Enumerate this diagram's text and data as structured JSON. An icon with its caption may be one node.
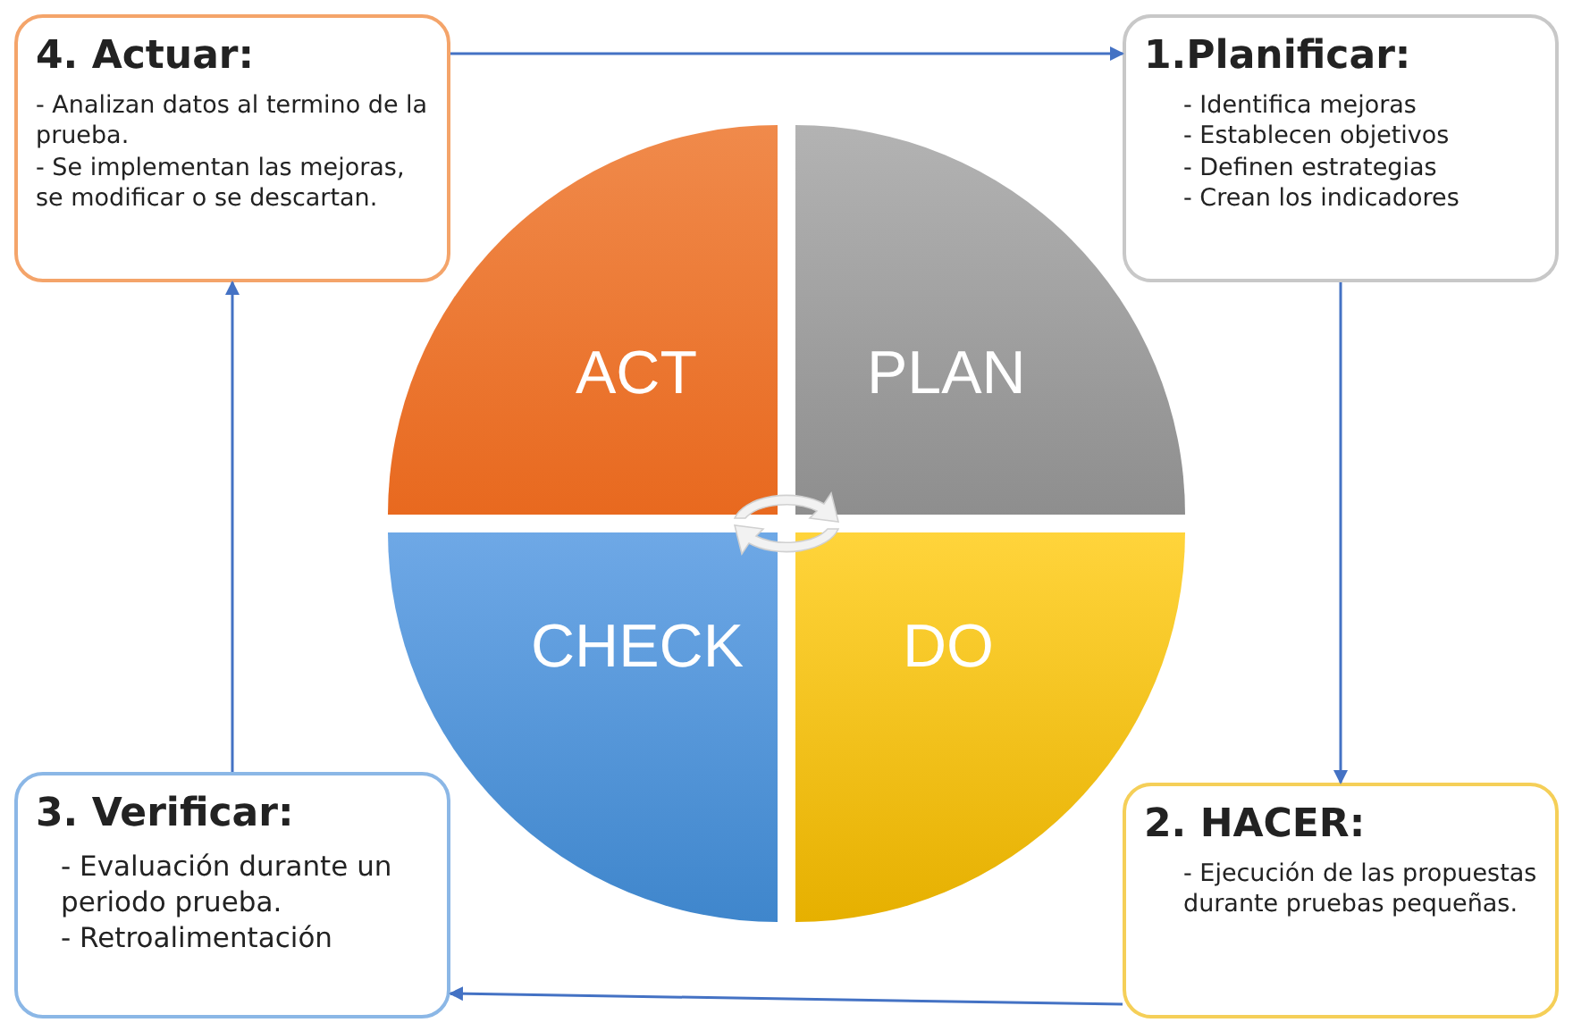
{
  "diagram": {
    "nodes": [
      {
        "text": [
          "4. Actuar:",
          "- Analizan datos al termino de la prueba.",
          "- Se implementan las mejoras, se modificar o se descartan."
        ]
      },
      {
        "text": [
          "1.Planificar:",
          "- Identifica mejoras",
          "- Establecen objetivos",
          "- Definen estrategias",
          "- Crean los indicadores"
        ]
      },
      {
        "text": [
          "2. HACER:",
          "- Ejecución de las propuestas durante pruebas pequeñas."
        ]
      },
      {
        "text": [
          "3. Verificar:",
          "- Evaluación durante un periodo prueba.",
          "- Retroalimentación"
        ]
      },
      {
        "text": [
          "ACT"
        ]
      },
      {
        "text": [
          "PLAN"
        ]
      },
      {
        "text": [
          "CHECK"
        ]
      },
      {
        "text": [
          "DO"
        ]
      }
    ],
    "edges": [
      {
        "from": 0,
        "to": 1,
        "arrow": "to"
      },
      {
        "from": 1,
        "to": 2,
        "arrow": "to"
      },
      {
        "from": 2,
        "to": 3,
        "arrow": "to"
      },
      {
        "from": 3,
        "to": 0,
        "arrow": "to"
      }
    ]
  }
}
